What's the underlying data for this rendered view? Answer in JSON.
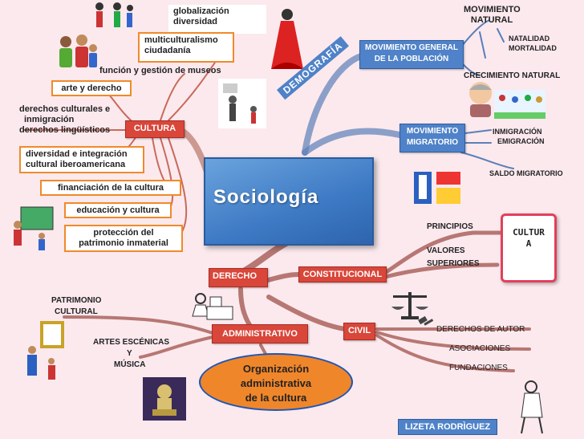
{
  "center": {
    "title": "Sociología"
  },
  "demografia": {
    "label": "DEMOGRAFÍA",
    "movimiento_general": "MOVIMIENTO GENERAL DE LA POBLACIÓN",
    "movimiento_natural": "MOVIMIENTO NATURAL",
    "natalidad": "NATALIDAD",
    "mortalidad": "MORTALIDAD",
    "crecimiento": "CRECIMIENTO  NATURAL",
    "movimiento_migratorio": "MOVIMIENTO MIGRATORIO",
    "inmigracion": "INMIGRACIÓN",
    "emigracion": "EMIGRACIÓN",
    "saldo": "SALDO MIGRATORIO"
  },
  "cultura": {
    "label": "CULTURA",
    "globalizacion": "globalización",
    "diversidad": "diversidad",
    "multiculturalismo": "multiculturalismo",
    "ciudadania": "ciudadanía",
    "museos": "función y gestión de museos",
    "arte_derecho": "arte y derecho",
    "derechos_culturales": "derechos culturales e",
    "inmigracion": "inmigración",
    "linguisticos": "derechos lingüísticos",
    "diversidad_integracion_1": "diversidad e integración",
    "diversidad_integracion_2": "cultural iberoamericana",
    "financiacion": "financiación de la cultura",
    "educacion": "educación y cultura",
    "proteccion_1": "protección del",
    "proteccion_2": "patrimonio   inmaterial"
  },
  "derecho": {
    "label": "DERECHO",
    "constitucional": "CONSTITUCIONAL",
    "principios": "PRINCIPIOS",
    "valores": "VALORES",
    "superiores": "SUPERIORES",
    "cultura_scroll": "CULTURA",
    "civil": "CIVIL",
    "derechos_autor": "DERECHOS DE AUTOR",
    "asociaciones": "ASOCIACIONES",
    "fundaciones": "FUNDACIONES",
    "administrativo": "ADMINISTRATIVO",
    "patrimonio_1": "PATRIMONIO",
    "patrimonio_2": "CULTURAL",
    "artes_1": "ARTES ESCÉNICAS",
    "artes_2": "Y",
    "artes_3": "MÚSICA",
    "org_1": "Organización",
    "org_2": "administrativa",
    "org_3": "de la cultura"
  },
  "author": "LIZETA RODRÌGUEZ",
  "colors": {
    "background": "#fbe9ee",
    "blue_node": "#4f82c8",
    "red_node": "#d9463a",
    "orange_node": "#f0862a",
    "orange_border": "#f08a2a"
  }
}
